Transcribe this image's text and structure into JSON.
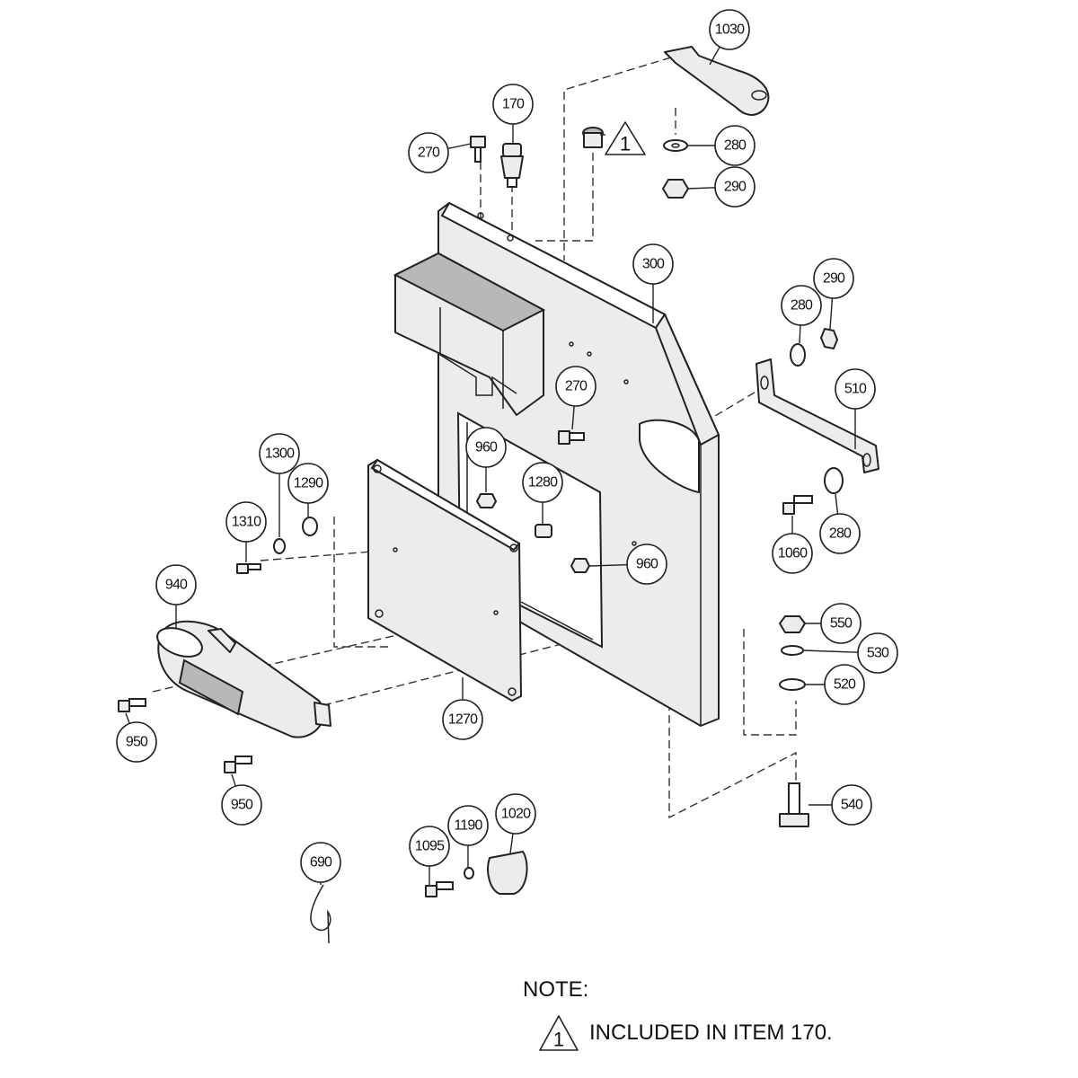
{
  "callouts": {
    "c1030": "1030",
    "c170": "170",
    "c270_top": "270",
    "c280_top": "280",
    "c290_top": "290",
    "c300": "300",
    "c280_right": "280",
    "c290_right": "290",
    "c510": "510",
    "c270_mid": "270",
    "c960_a": "960",
    "c1280": "1280",
    "c960_b": "960",
    "c1300": "1300",
    "c1290": "1290",
    "c1310": "1310",
    "c940": "940",
    "c1060": "1060",
    "c280_low": "280",
    "c550": "550",
    "c530": "530",
    "c520": "520",
    "c950_a": "950",
    "c950_b": "950",
    "c1270": "1270",
    "c540": "540",
    "c690": "690",
    "c1095": "1095",
    "c1190": "1190",
    "c1020": "1020"
  },
  "flag_marker": "1",
  "note": {
    "heading": "NOTE:",
    "marker": "1",
    "text": "INCLUDED IN ITEM 170."
  }
}
